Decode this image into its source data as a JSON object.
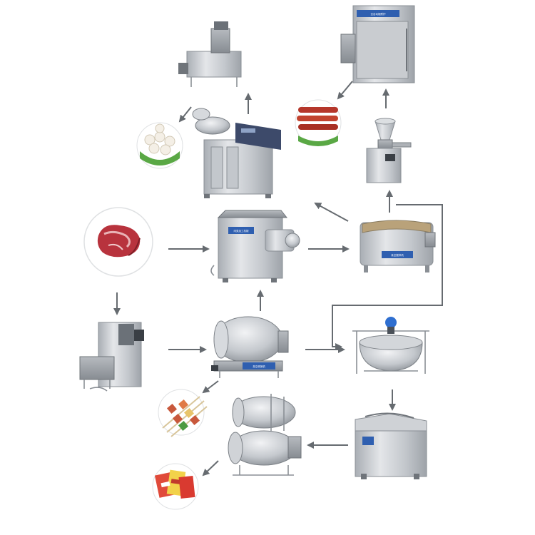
{
  "diagram": {
    "nodes": [
      {
        "id": "raw-meat",
        "kind": "product",
        "icon": "raw-meat-icon"
      },
      {
        "id": "meat-grinder",
        "kind": "machine",
        "icon": "meat-grinder-icon",
        "plate_text": "肉类加工机械"
      },
      {
        "id": "vacuum-mixer",
        "kind": "machine",
        "icon": "vacuum-mixer-icon",
        "plate_text": "真空搅拌机"
      },
      {
        "id": "brine-injector",
        "kind": "machine",
        "icon": "brine-injector-icon"
      },
      {
        "id": "vacuum-tumbler",
        "kind": "machine",
        "icon": "vacuum-tumbler-icon",
        "plate_text": "真空滚揉机"
      },
      {
        "id": "jacketed-kettle",
        "kind": "machine",
        "icon": "jacketed-kettle-icon"
      },
      {
        "id": "bowl-cutter",
        "kind": "machine",
        "icon": "bowl-cutter-icon"
      },
      {
        "id": "meatball-former",
        "kind": "machine",
        "icon": "meatball-former-icon"
      },
      {
        "id": "meatballs",
        "kind": "product",
        "icon": "meatballs-icon"
      },
      {
        "id": "smoke-oven",
        "kind": "machine",
        "icon": "smoke-oven-icon",
        "plate_text": "全自动烟熏炉"
      },
      {
        "id": "sausages",
        "kind": "product",
        "icon": "sausages-icon"
      },
      {
        "id": "sausage-filler",
        "kind": "machine",
        "icon": "sausage-filler-icon"
      },
      {
        "id": "skewers",
        "kind": "product",
        "icon": "skewers-icon"
      },
      {
        "id": "retort-sterilizer",
        "kind": "machine",
        "icon": "retort-sterilizer-icon"
      },
      {
        "id": "vacuum-packer",
        "kind": "machine",
        "icon": "vacuum-packer-icon"
      },
      {
        "id": "packaged-snacks",
        "kind": "product",
        "icon": "packaged-snacks-icon"
      }
    ],
    "edges": [
      {
        "from": "raw-meat",
        "to": "meat-grinder"
      },
      {
        "from": "raw-meat",
        "to": "brine-injector"
      },
      {
        "from": "meat-grinder",
        "to": "vacuum-mixer"
      },
      {
        "from": "brine-injector",
        "to": "vacuum-tumbler"
      },
      {
        "from": "vacuum-tumbler",
        "to": "meat-grinder"
      },
      {
        "from": "vacuum-tumbler",
        "to": "jacketed-kettle"
      },
      {
        "from": "vacuum-tumbler",
        "to": "skewers"
      },
      {
        "from": "vacuum-mixer",
        "to": "sausage-filler"
      },
      {
        "from": "vacuum-mixer",
        "to": "bowl-cutter"
      },
      {
        "from": "vacuum-mixer",
        "to": "jacketed-kettle"
      },
      {
        "from": "bowl-cutter",
        "to": "meatball-former"
      },
      {
        "from": "bowl-cutter",
        "to": "meatballs"
      },
      {
        "from": "sausage-filler",
        "to": "smoke-oven"
      },
      {
        "from": "smoke-oven",
        "to": "sausages"
      },
      {
        "from": "jacketed-kettle",
        "to": "vacuum-packer"
      },
      {
        "from": "vacuum-packer",
        "to": "retort-sterilizer"
      },
      {
        "from": "retort-sterilizer",
        "to": "packaged-snacks"
      }
    ]
  },
  "colors": {
    "arrow": "#666b70",
    "steel": "#c9ccd0",
    "plate": "#2f5fb0",
    "meat": "#b8333d",
    "background": "#ffffff"
  }
}
